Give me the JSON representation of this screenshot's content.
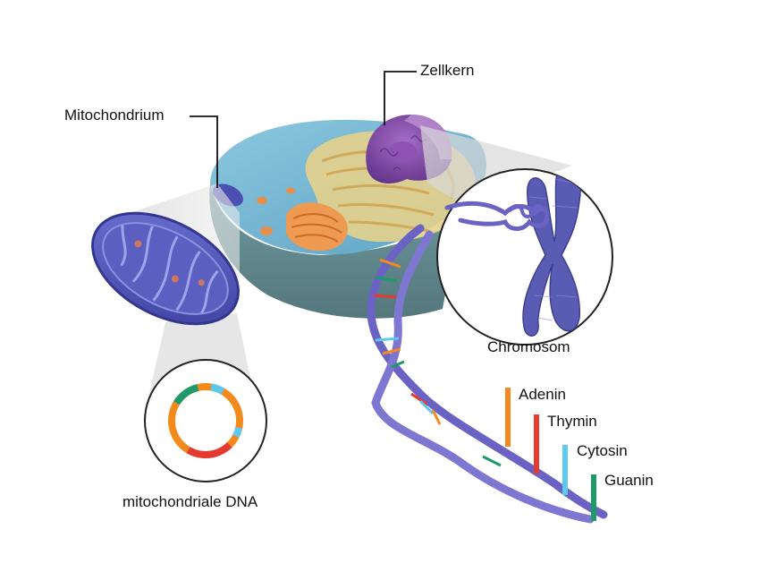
{
  "labels": {
    "nucleus": "Zellkern",
    "mitochondrion": "Mitochondrium",
    "chromosome": "Chromosom",
    "mito_dna": "mitochondriale DNA"
  },
  "bases": [
    {
      "name": "Adenin",
      "color": "#f28a1e"
    },
    {
      "name": "Thymin",
      "color": "#e43a2f"
    },
    {
      "name": "Cytosin",
      "color": "#5ec8ee"
    },
    {
      "name": "Guanin",
      "color": "#1e9a6a"
    }
  ],
  "colors": {
    "cell_top": "#6fb0cf",
    "cell_side": "#5f8a8f",
    "nucleus": "#7b3fa0",
    "dna_backbone": "#6a63c4",
    "chromosome": "#5a5cb3",
    "golgi": "#f0bc6a",
    "er": "#e8d28f"
  }
}
